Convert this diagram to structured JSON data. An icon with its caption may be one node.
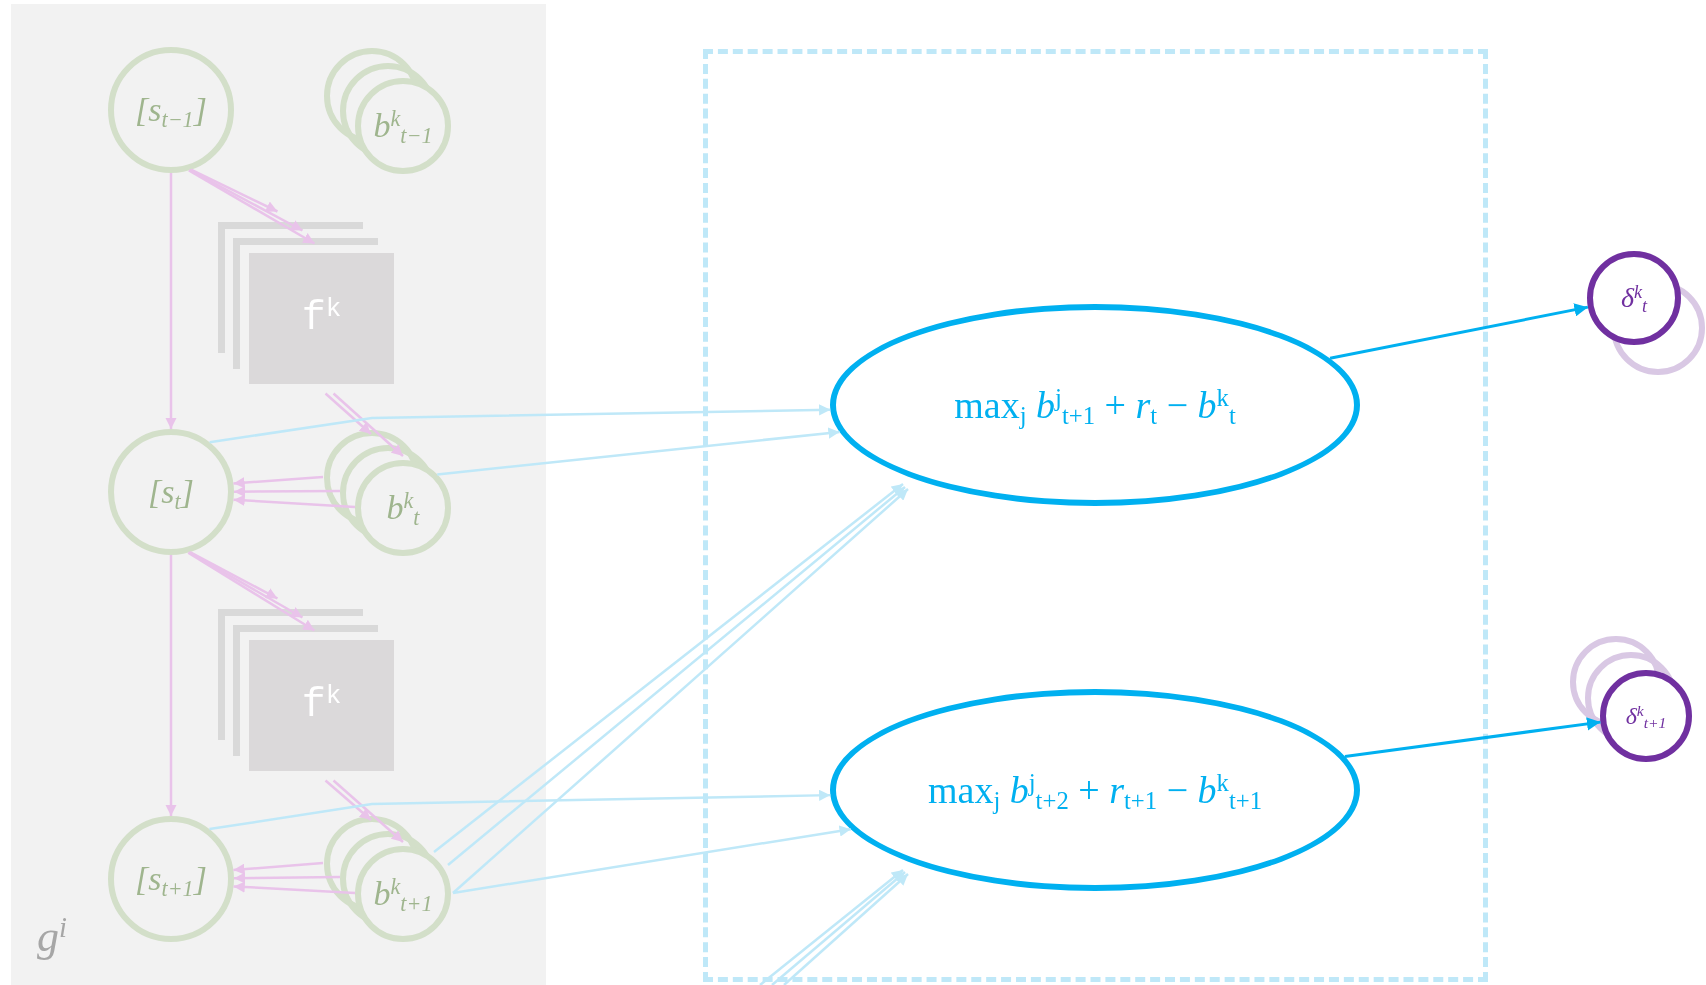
{
  "diagram": {
    "nodes": [
      {
        "text": [
          "g$^{i}$"
        ]
      },
      {
        "text": [
          "[s$_{t−1}$]"
        ],
        "in": 0
      },
      {
        "text": [
          "b$^{k}$$_{t−1}$"
        ],
        "in": 0
      },
      {
        "text": [
          "f$^{k}$"
        ],
        "in": 0
      },
      {
        "text": [
          "[s$_{t}$]"
        ],
        "in": 0
      },
      {
        "text": [
          "b$^{k}$$_{t}$"
        ],
        "in": 0
      },
      {
        "text": [
          "f$^{k}$"
        ],
        "in": 0
      },
      {
        "text": [
          "[s$_{t+1}$]"
        ],
        "in": 0
      },
      {
        "text": [
          "b$^{k}$$_{t+1}$"
        ],
        "in": 0
      },
      {
        "text": [],
        "shape": "box"
      },
      {
        "text": [
          "max$_{j}$ *b*$^{j}$$_{t+1}$ + *r*$_{t}$ − *b*$^{k}$$_{t}$"
        ],
        "in": 9
      },
      {
        "text": [
          "max$_{j}$ *b*$^{j}$$_{t+2}$ + *r*$_{t+1}$ − *b*$^{k}$$_{t+1}$"
        ],
        "in": 9
      },
      {
        "text": [
          "δ$^{k}$$_{t}$"
        ]
      },
      {
        "text": [
          "δ$^{k}$$_{t+1}$"
        ]
      }
    ],
    "edges": [
      {
        "from": 1,
        "to": 3,
        "arrow": "to"
      },
      {
        "from": 1,
        "to": 3,
        "arrow": "to"
      },
      {
        "from": 1,
        "to": 3,
        "arrow": "to"
      },
      {
        "from": 1,
        "to": 4,
        "arrow": "to"
      },
      {
        "from": 3,
        "to": 5,
        "arrow": "to"
      },
      {
        "from": 3,
        "to": 5,
        "arrow": "to"
      },
      {
        "from": 5,
        "to": 4,
        "arrow": "to"
      },
      {
        "from": 5,
        "to": 4,
        "arrow": "to"
      },
      {
        "from": 5,
        "to": 4,
        "arrow": "to"
      },
      {
        "from": 4,
        "to": 6,
        "arrow": "to"
      },
      {
        "from": 4,
        "to": 6,
        "arrow": "to"
      },
      {
        "from": 4,
        "to": 6,
        "arrow": "to"
      },
      {
        "from": 4,
        "to": 7,
        "arrow": "to"
      },
      {
        "from": 6,
        "to": 8,
        "arrow": "to"
      },
      {
        "from": 6,
        "to": 8,
        "arrow": "to"
      },
      {
        "from": 8,
        "to": 7,
        "arrow": "to"
      },
      {
        "from": 8,
        "to": 7,
        "arrow": "to"
      },
      {
        "from": 8,
        "to": 7,
        "arrow": "to"
      },
      {
        "from": 4,
        "to": 10,
        "arrow": "to",
        "color": "#bfe8f8"
      },
      {
        "from": 5,
        "to": 10,
        "arrow": "to",
        "color": "#bfe8f8"
      },
      {
        "from": 8,
        "to": 10,
        "arrow": "to",
        "color": "#bfe8f8"
      },
      {
        "from": 8,
        "to": 10,
        "arrow": "to",
        "color": "#bfe8f8"
      },
      {
        "from": 8,
        "to": 10,
        "arrow": "to",
        "color": "#bfe8f8"
      },
      {
        "from": 7,
        "to": 11,
        "arrow": "to",
        "color": "#bfe8f8"
      },
      {
        "from": 8,
        "to": 11,
        "arrow": "to",
        "color": "#bfe8f8"
      },
      {
        "from": null,
        "to": 11,
        "arrow": "to",
        "color": "#bfe8f8"
      },
      {
        "from": null,
        "to": 11,
        "arrow": "to",
        "color": "#bfe8f8"
      },
      {
        "from": null,
        "to": 11,
        "arrow": "to",
        "color": "#bfe8f8"
      },
      {
        "from": 10,
        "to": 12,
        "arrow": "to",
        "color": "#00b0f0"
      },
      {
        "from": 11,
        "to": 13,
        "arrow": "to",
        "color": "#00b0f0"
      }
    ]
  }
}
